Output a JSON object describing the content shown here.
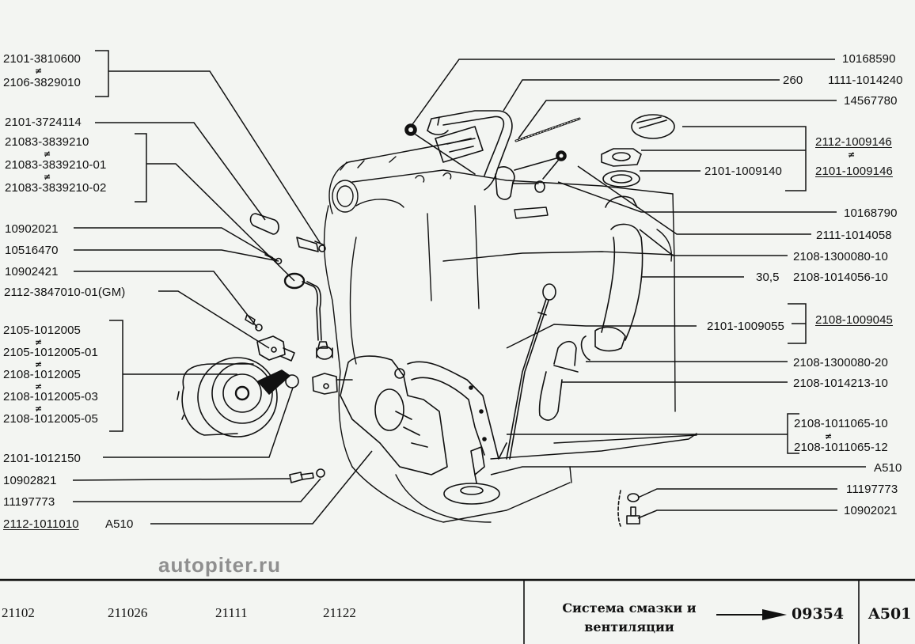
{
  "watermark": "autopiter.ru",
  "labels_left": {
    "g1": [
      "2101-3810600",
      "2106-3829010"
    ],
    "l_3724114": "2101-3724114",
    "g2": [
      "21083-3839210",
      "21083-3839210-01",
      "21083-3839210-02"
    ],
    "l_10902021": "10902021",
    "l_10516470": "10516470",
    "l_10902421": "10902421",
    "l_gm": "2112-3847010-01(GM)",
    "g3": [
      "2105-1012005",
      "2105-1012005-01",
      "2108-1012005",
      "2108-1012005-03",
      "2108-1012005-05"
    ],
    "l_1012150": "2101-1012150",
    "l_10902821": "10902821",
    "l_11197773": "11197773",
    "l_pump": "2112-1011010",
    "l_pump_ref": "A510"
  },
  "labels_right": {
    "l_10168590": "10168590",
    "l_260_qty": "260",
    "l_1014240": "1111-1014240",
    "l_14567780": "14567780",
    "g_cap": [
      "2112-1009146",
      "2101-1009146"
    ],
    "l_1009140": "2101-1009140",
    "l_10168790": "10168790",
    "l_1014058": "2111-1014058",
    "l_1300080_10": "2108-1300080-10",
    "l_305_qty": "30,5",
    "l_1014056": "2108-1014056-10",
    "l_1009055": "2101-1009055",
    "l_1009045": "2108-1009045",
    "l_1300080_20": "2108-1300080-20",
    "l_1014213": "2108-1014213-10",
    "g_gasket": [
      "2108-1011065-10",
      "2108-1011065-12"
    ],
    "l_a510": "A510",
    "l_11197773": "11197773",
    "l_10902021": "10902021"
  },
  "interchange_symbol": "≠",
  "footer": {
    "models": [
      "21102",
      "211026",
      "21111",
      "21122"
    ],
    "section_title_line1": "Система смазки и",
    "section_title_line2": "вентиляции",
    "code": "09354",
    "page": "A501"
  },
  "colors": {
    "background": "#f3f5f2",
    "ink": "#111111",
    "watermark": "#8f8f8f"
  }
}
